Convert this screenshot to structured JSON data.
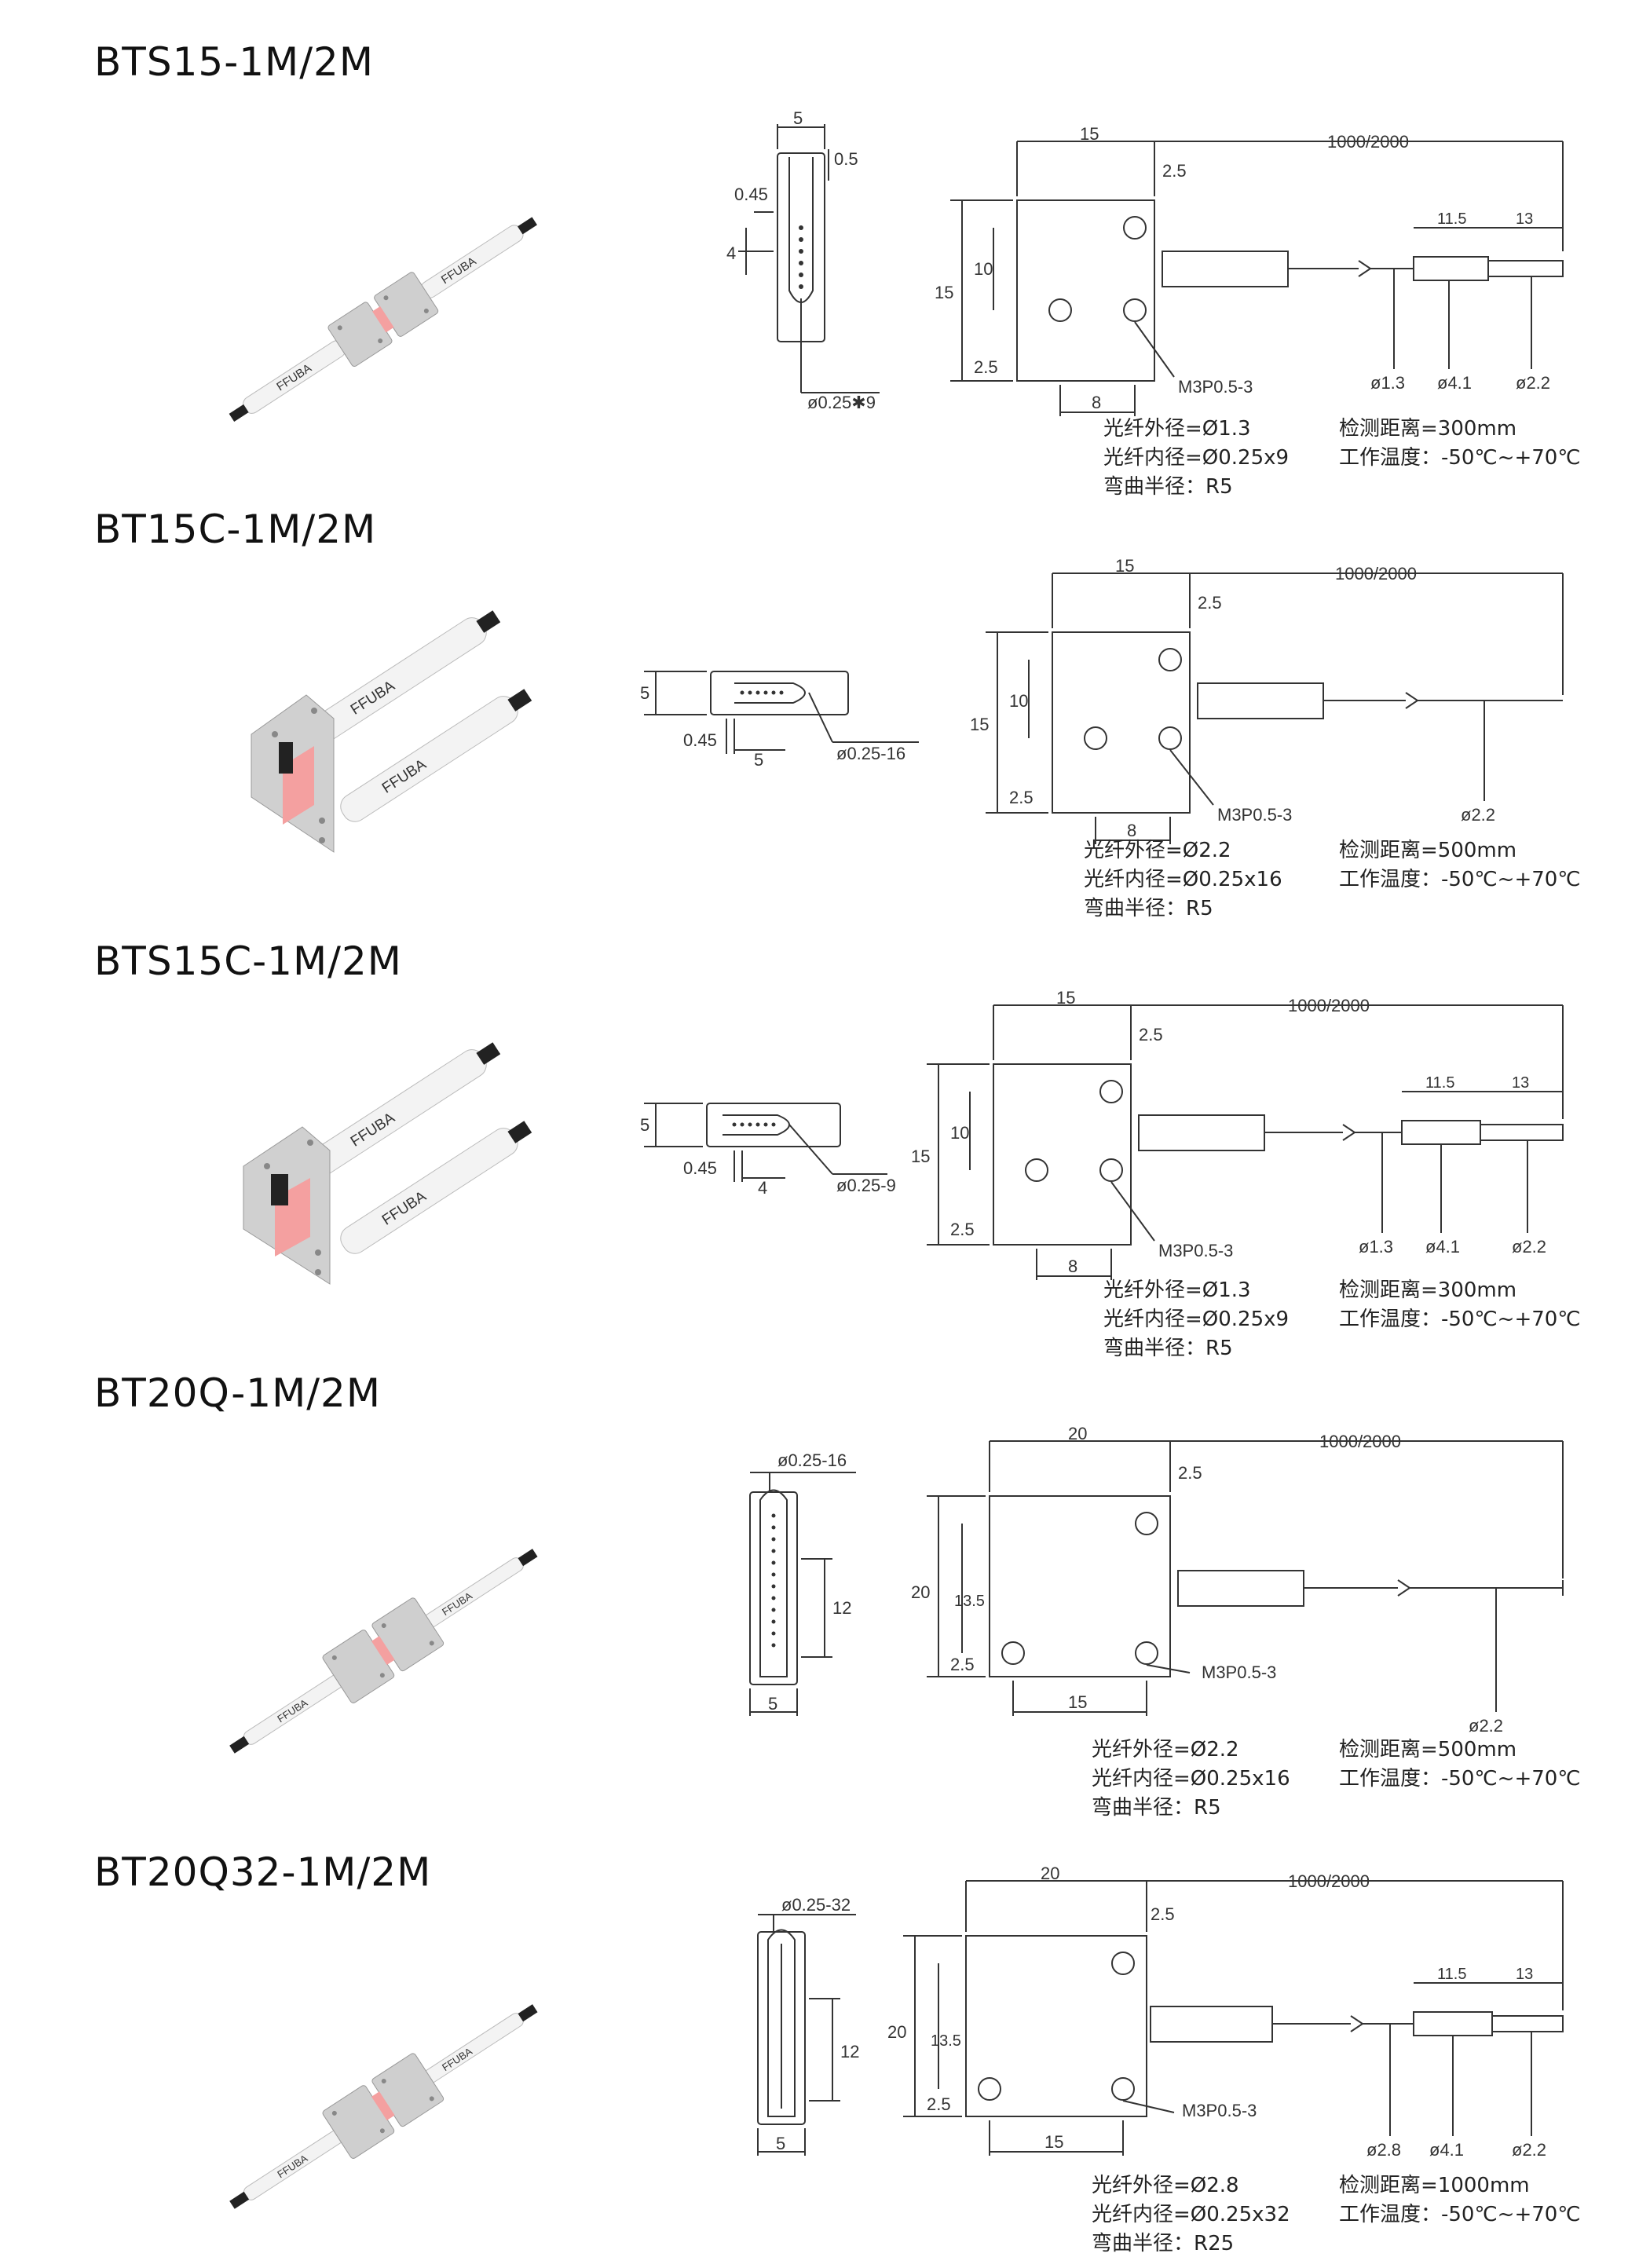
{
  "brand": "FFUBA",
  "colors": {
    "line": "#333333",
    "fiber_light": "#f4a0a0",
    "housing": "#c9c9c9"
  },
  "sections": [
    {
      "title": "BTS15-1M/2M",
      "side": {
        "w": "5",
        "gap": "0.5",
        "hole": "0.45",
        "h": "4",
        "dia": "ø0.25✱9"
      },
      "front": {
        "width": "15",
        "len": "1000/2000",
        "offset": "2.5",
        "height": "15",
        "pitch": "10",
        "base": "2.5",
        "holedist": "8",
        "screw": "M3P0.5-3",
        "t1": "11.5",
        "t2": "13",
        "d1": "ø1.3",
        "d2": "ø4.1",
        "d3": "ø2.2"
      },
      "specs": {
        "od": "光纤外径=Ø1.3",
        "id": "光纤内径=Ø0.25x9",
        "bend": "弯曲半径：R5",
        "dist": "检测距离=300mm",
        "temp": "工作温度：-50℃~+70℃"
      }
    },
    {
      "title": "BT15C-1M/2M",
      "side": {
        "h": "5",
        "hole": "0.45",
        "w": "5",
        "dia": "ø0.25-16"
      },
      "front": {
        "width": "15",
        "len": "1000/2000",
        "offset": "2.5",
        "height": "15",
        "pitch": "10",
        "base": "2.5",
        "holedist": "8",
        "screw": "M3P0.5-3",
        "d1": "ø2.2"
      },
      "specs": {
        "od": "光纤外径=Ø2.2",
        "id": "光纤内径=Ø0.25x16",
        "bend": "弯曲半径：R5",
        "dist": "检测距离=500mm",
        "temp": "工作温度：-50℃~+70℃"
      }
    },
    {
      "title": "BTS15C-1M/2M",
      "side": {
        "h": "5",
        "hole": "0.45",
        "w": "4",
        "dia": "ø0.25-9"
      },
      "front": {
        "width": "15",
        "len": "1000/2000",
        "offset": "2.5",
        "height": "15",
        "pitch": "10",
        "base": "2.5",
        "holedist": "8",
        "screw": "M3P0.5-3",
        "t1": "11.5",
        "t2": "13",
        "d1": "ø1.3",
        "d2": "ø4.1",
        "d3": "ø2.2"
      },
      "specs": {
        "od": "光纤外径=Ø1.3",
        "id": "光纤内径=Ø0.25x9",
        "bend": "弯曲半径：R5",
        "dist": "检测距离=300mm",
        "temp": "工作温度：-50℃~+70℃"
      }
    },
    {
      "title": "BT20Q-1M/2M",
      "side": {
        "dia": "ø0.25-16",
        "h": "12",
        "w": "5"
      },
      "front": {
        "width": "20",
        "len": "1000/2000",
        "offset": "2.5",
        "height": "20",
        "pitch": "13.5",
        "base": "2.5",
        "holedist": "15",
        "screw": "M3P0.5-3",
        "d1": "ø2.2"
      },
      "specs": {
        "od": "光纤外径=Ø2.2",
        "id": "光纤内径=Ø0.25x16",
        "bend": "弯曲半径：R5",
        "dist": "检测距离=500mm",
        "temp": "工作温度：-50℃~+70℃"
      }
    },
    {
      "title": "BT20Q32-1M/2M",
      "side": {
        "dia": "ø0.25-32",
        "h": "12",
        "w": "5"
      },
      "front": {
        "width": "20",
        "len": "1000/2000",
        "offset": "2.5",
        "height": "20",
        "pitch": "13.5",
        "base": "2.5",
        "holedist": "15",
        "screw": "M3P0.5-3",
        "t1": "11.5",
        "t2": "13",
        "d1": "ø2.8",
        "d2": "ø4.1",
        "d3": "ø2.2"
      },
      "specs": {
        "od": "光纤外径=Ø2.8",
        "id": "光纤内径=Ø0.25x32",
        "bend": "弯曲半径：R25",
        "dist": "检测距离=1000mm",
        "temp": "工作温度：-50℃~+70℃"
      }
    }
  ]
}
